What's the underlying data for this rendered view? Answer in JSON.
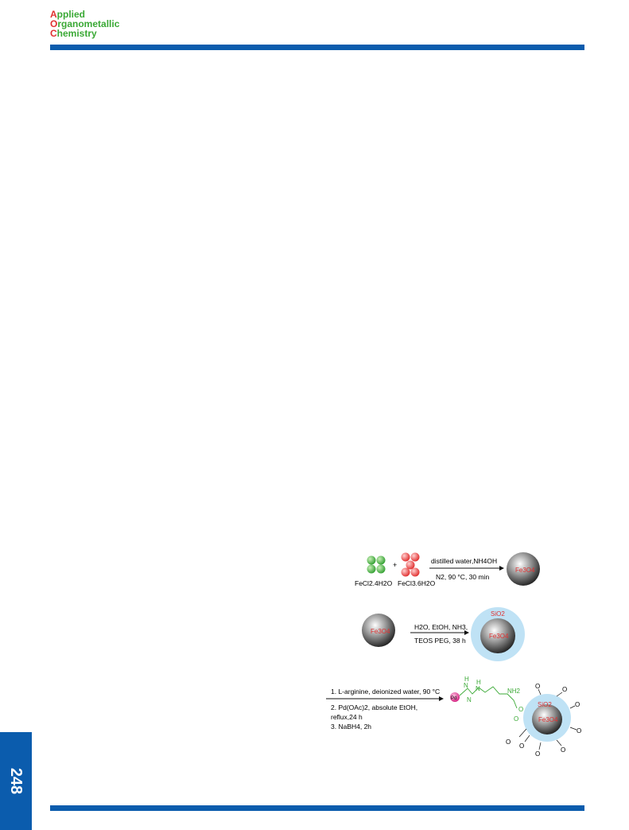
{
  "header": {
    "journal_line1_initial": "A",
    "journal_line1_rest": "pplied",
    "journal_line2_initial": "O",
    "journal_line2_rest": "rganometallic",
    "journal_line3_initial": "C",
    "journal_line3_rest": "hemistry"
  },
  "page_number": "248",
  "scheme": {
    "step1": {
      "reagent1": "FeCl2.4H2O",
      "plus": "+",
      "reagent2": "FeCl3.6H2O",
      "condition_top": "distilled water,NH4OH",
      "condition_bottom": "N2, 90 °C, 30 min",
      "product": "Fe3O4"
    },
    "step2": {
      "start": "Fe3O4",
      "condition_top": "H2O, EtOH, NH3,",
      "condition_bottom": "TEOS PEG, 38 h",
      "shell": "SiO2",
      "core": "Fe3O4"
    },
    "step3": {
      "condition1": "1. L-arginine, deionized water, 90 °C",
      "condition2": "2. Pd(OAc)2, absolute EtOH,",
      "condition2b": "reflux,24 h",
      "condition3": "3. NaBH4, 2h",
      "pd_label": "Pd",
      "h1": "H",
      "n1": "N",
      "h2": "H",
      "n2": "N",
      "n3": "N",
      "nh2": "NH2",
      "o1": "O",
      "o2": "O",
      "shell": "SiO2",
      "core": "Fe3O4",
      "o_list": [
        "O",
        "O",
        "O",
        "O",
        "O",
        "O",
        "O",
        "O"
      ]
    }
  },
  "colors": {
    "brand_blue": "#0b5cad",
    "logo_green": "#3aa935",
    "logo_red": "#e03131",
    "ligand_green": "#3aa935",
    "silica_blue": "#bfe2f5",
    "core_red": "#e03131"
  }
}
